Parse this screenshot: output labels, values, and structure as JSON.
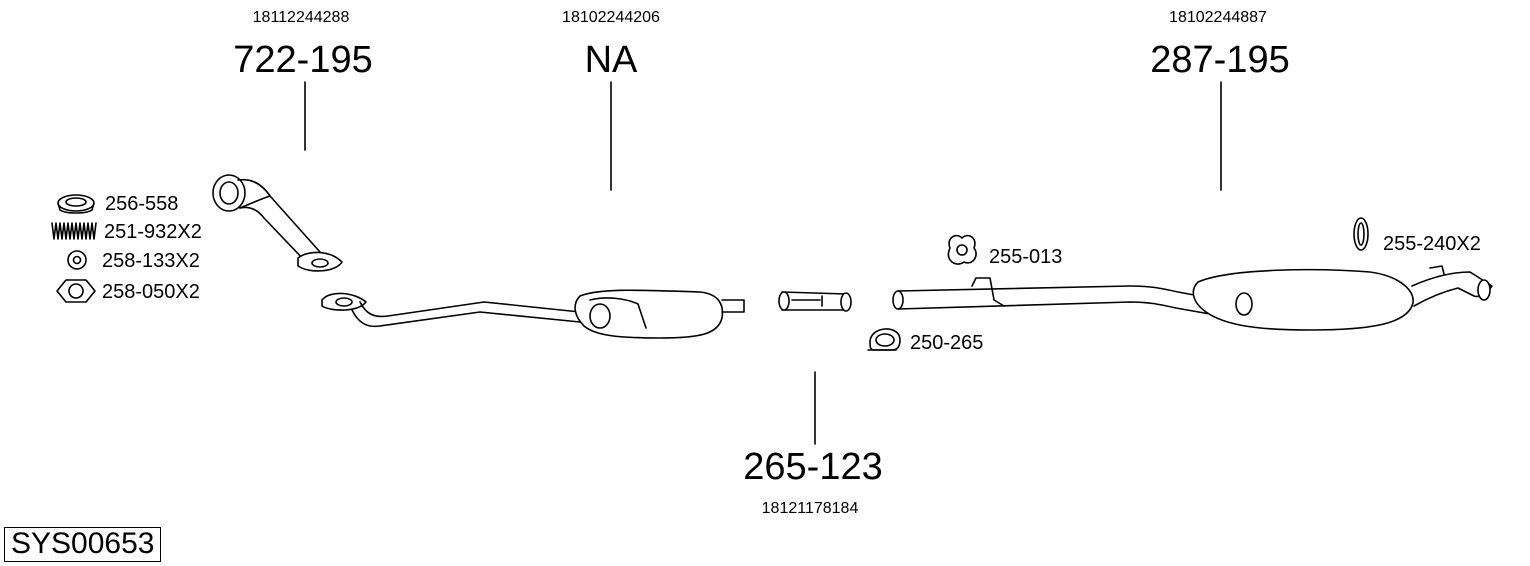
{
  "main_parts": [
    {
      "ref": "18112244288",
      "code": "722-195"
    },
    {
      "ref": "18102244206",
      "code": "NA"
    },
    {
      "ref": "18102244887",
      "code": "287-195"
    },
    {
      "ref": "18121178184",
      "code": "265-123"
    }
  ],
  "small_parts": [
    {
      "code": "256-558",
      "icon": "gasket-ring-icon"
    },
    {
      "code": "251-932X2",
      "icon": "spring-icon"
    },
    {
      "code": "258-133X2",
      "icon": "washer-icon"
    },
    {
      "code": "258-050X2",
      "icon": "hex-nut-icon"
    },
    {
      "code": "255-013",
      "icon": "rubber-mount-icon"
    },
    {
      "code": "250-265",
      "icon": "clamp-icon"
    },
    {
      "code": "255-240X2",
      "icon": "o-ring-icon"
    }
  ],
  "system_code": "SYS00653"
}
